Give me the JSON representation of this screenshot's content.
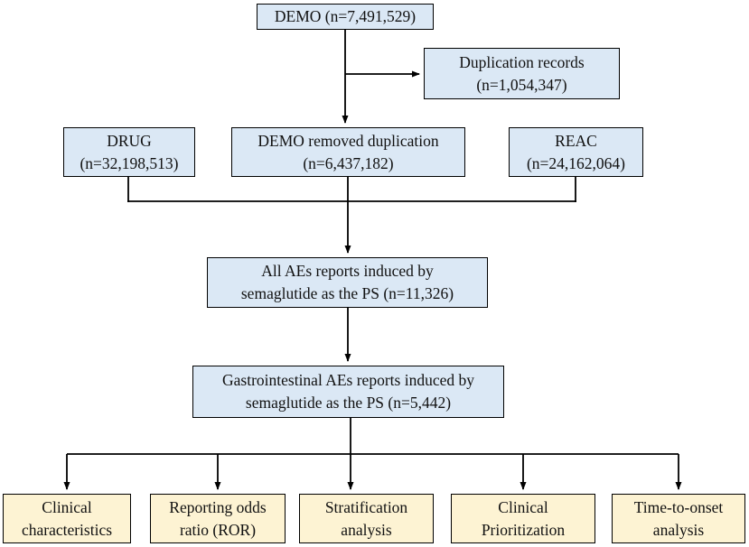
{
  "colors": {
    "box-blue-fill": "#dbe8f5",
    "box-cream-fill": "#fdf3d3",
    "box-border": "#000000",
    "connector": "#000000",
    "background": "#ffffff"
  },
  "boxes": {
    "demo": {
      "label": "DEMO (n=7,491,529)"
    },
    "duplication_records": {
      "label": "Duplication records\n(n=1,054,347)"
    },
    "drug": {
      "label": "DRUG\n(n=32,198,513)"
    },
    "demo_removed_duplication": {
      "label": "DEMO removed duplication\n(n=6,437,182)"
    },
    "reac": {
      "label": "REAC\n(n=24,162,064)"
    },
    "all_aes": {
      "label": "All AEs reports induced by\nsemaglutide as the PS (n=11,326)"
    },
    "gastrointestinal_aes": {
      "label": "Gastrointestinal AEs reports induced by\nsemaglutide as the PS (n=5,442)"
    },
    "clinical_characteristics": {
      "label": "Clinical\ncharacteristics"
    },
    "reporting_odds_ratio": {
      "label": "Reporting odds\nratio (ROR)"
    },
    "stratification_analysis": {
      "label": "Stratification\nanalysis"
    },
    "clinical_prioritization": {
      "label": "Clinical\nPrioritization"
    },
    "time_to_onset_analysis": {
      "label": "Time-to-onset\nanalysis"
    }
  }
}
